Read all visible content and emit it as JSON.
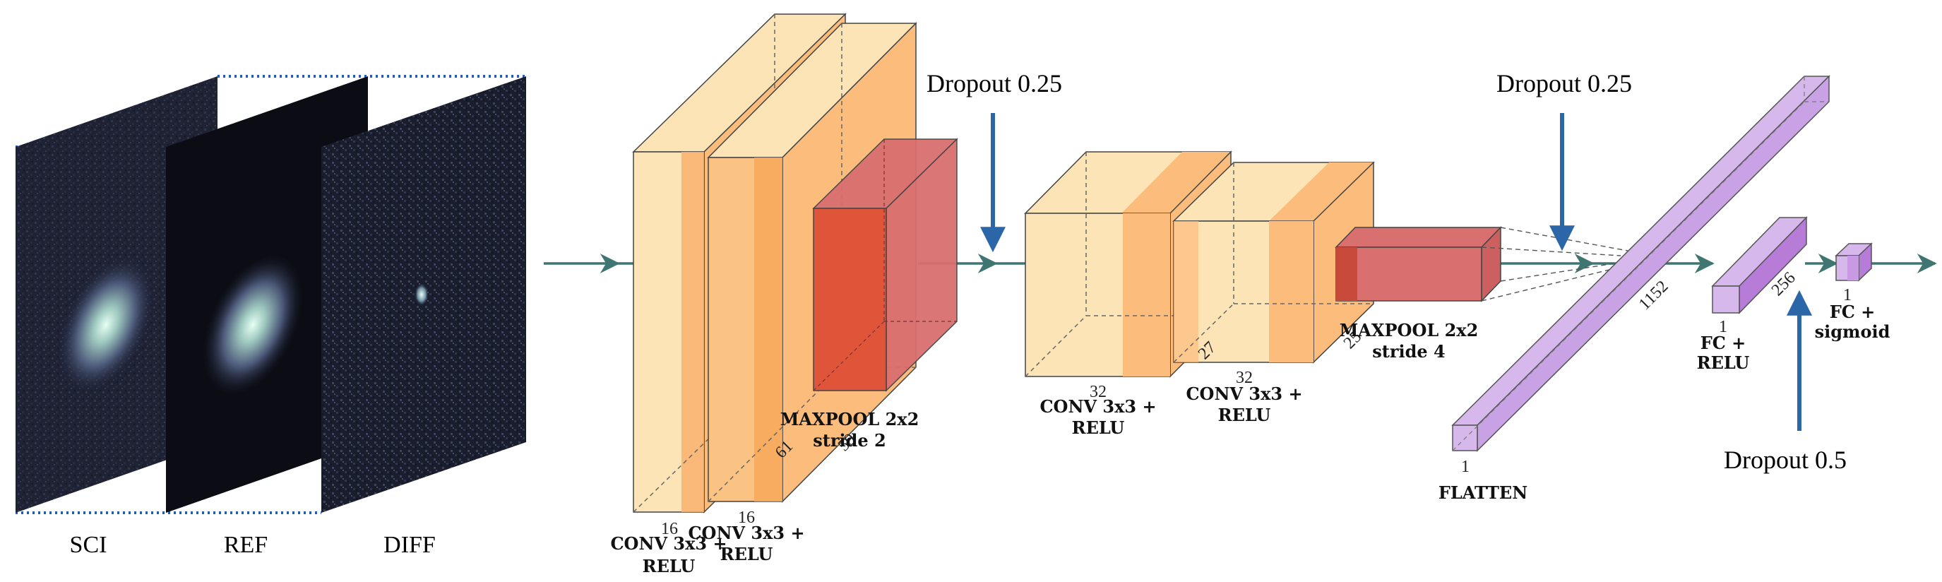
{
  "inputs": [
    "SCI",
    "REF",
    "DIFF"
  ],
  "dropouts": [
    "Dropout 0.25",
    "Dropout 0.25",
    "Dropout 0.5"
  ],
  "layers": {
    "conv1": {
      "label1": "CONV 3x3 +",
      "label2": "RELU",
      "channels": "16",
      "size": "61"
    },
    "conv2": {
      "label1": "CONV 3x3 +",
      "label2": "RELU",
      "channels": "16",
      "size": "59"
    },
    "pool1": {
      "label1": "MAXPOOL 2x2",
      "label2": "stride 2"
    },
    "conv3": {
      "label1": "CONV 3x3 +",
      "label2": "RELU",
      "channels": "32",
      "size": "27"
    },
    "conv4": {
      "label1": "CONV 3x3 +",
      "label2": "RELU",
      "channels": "32",
      "size": "25"
    },
    "pool2": {
      "label1": "MAXPOOL 2x2",
      "label2": "stride 4"
    },
    "flatten": {
      "label": "FLATTEN",
      "dim_small": "1",
      "dim_len": "1152"
    },
    "fc1": {
      "label1": "FC +",
      "label2": "RELU",
      "dim_small": "1",
      "dim_len": "256"
    },
    "fc2": {
      "label1": "FC +",
      "label2": "sigmoid",
      "dim_small": "1"
    }
  },
  "colors": {
    "conv_light": "#fde4b6",
    "conv_mid": "#fbbc7c",
    "conv_dark": "#f7a85a",
    "pool_front": "#e0553a",
    "pool_side": "#d96f6f",
    "fc": "#d6b8ec",
    "fc_dark": "#b77bd8",
    "arrow": "#3f7672",
    "dropout_arrow": "#2a66a8"
  }
}
